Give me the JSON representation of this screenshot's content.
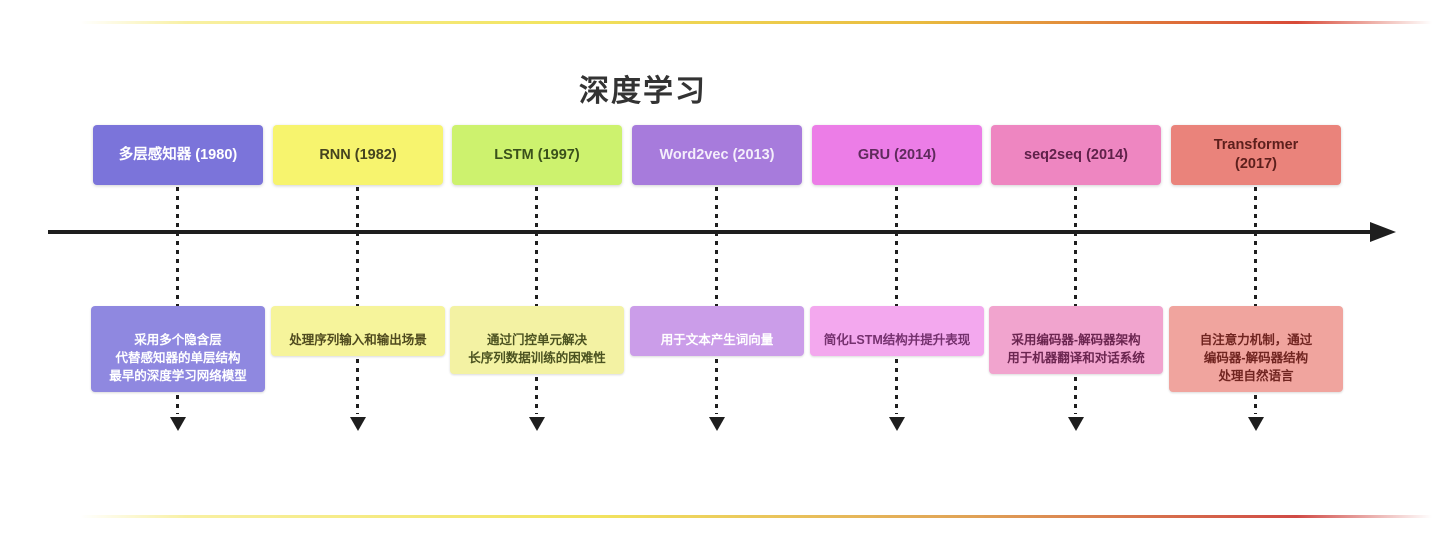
{
  "title": "深度学习",
  "colors": {
    "axis": "#1e1e1e",
    "accent_line_yellow": "#f2e45f",
    "accent_line_red": "#d84a38"
  },
  "timeline": {
    "items": [
      {
        "label": "多层感知器 (1980)",
        "desc": "采用多个隐含层\n代替感知器的单层结构\n最早的深度学习网络模型",
        "box_bg": "#7b74da",
        "box_fg": "#ffffff",
        "desc_bg": "#8f88e0",
        "desc_fg": "#ffffff"
      },
      {
        "label": "RNN (1982)",
        "desc": "处理序列输入和输出场景",
        "box_bg": "#f7f46e",
        "box_fg": "#45431f",
        "desc_bg": "#f6f49b",
        "desc_fg": "#4f4a1e"
      },
      {
        "label": "LSTM (1997)",
        "desc": "通过门控单元解决\n长序列数据训练的困难性",
        "box_bg": "#cdf26e",
        "box_fg": "#3a511b",
        "desc_bg": "#f3f2a3",
        "desc_fg": "#4b5220"
      },
      {
        "label": "Word2vec (2013)",
        "desc": "用于文本产生词向量",
        "box_bg": "#a77bdc",
        "box_fg": "#f4eefb",
        "desc_bg": "#cb9de9",
        "desc_fg": "#ffffff"
      },
      {
        "label": "GRU (2014)",
        "desc": "简化LSTM结构并提升表现",
        "box_bg": "#ec7de7",
        "box_fg": "#5e2a5c",
        "desc_bg": "#f3a8ee",
        "desc_fg": "#75316f"
      },
      {
        "label": "seq2seq (2014)",
        "desc": "采用编码器-解码器架构\n用于机器翻译和对话系统",
        "box_bg": "#ee86c1",
        "box_fg": "#5f214a",
        "desc_bg": "#f1a4ce",
        "desc_fg": "#6b2550"
      },
      {
        "label": "Transformer\n(2017)",
        "desc": "自注意力机制，通过\n编码器-解码器结构\n处理自然语言",
        "box_bg": "#ea837b",
        "box_fg": "#5c1f1c",
        "desc_bg": "#f0a49e",
        "desc_fg": "#702420"
      }
    ]
  }
}
